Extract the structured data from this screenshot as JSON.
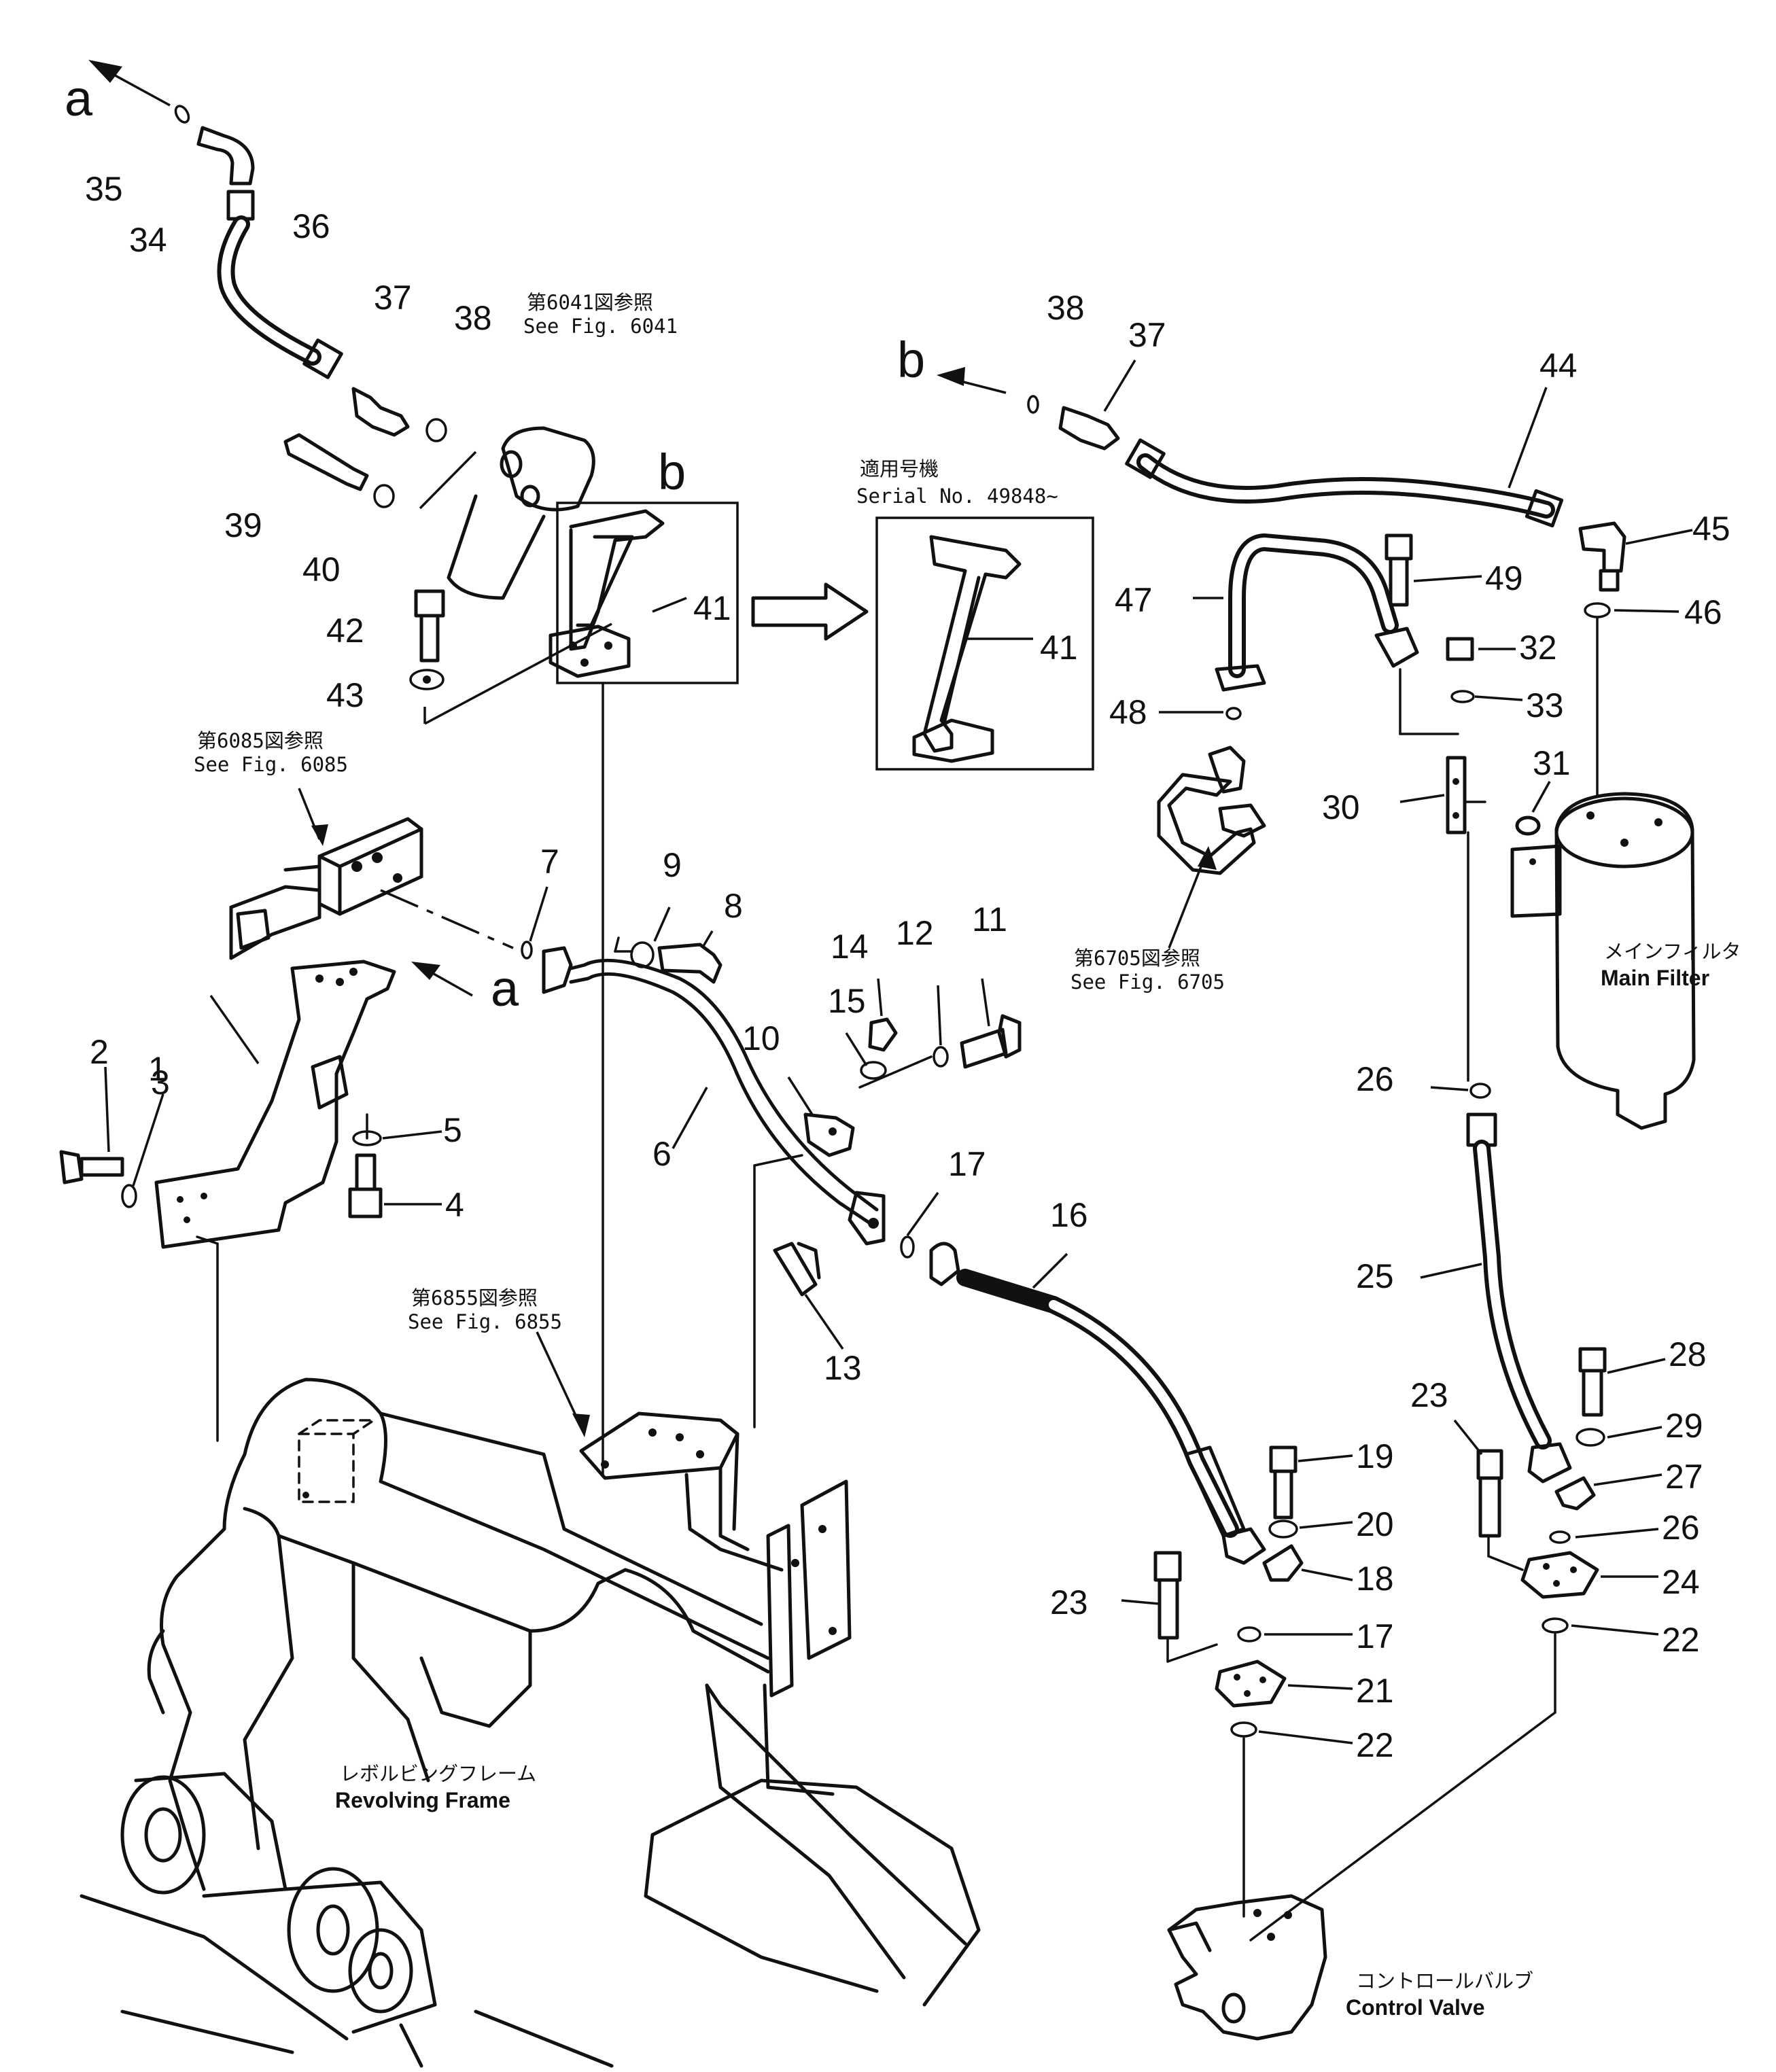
{
  "part_numbers": {
    "p1": "1",
    "p2": "2",
    "p3": "3",
    "p4": "4",
    "p5": "5",
    "p6": "6",
    "p7": "7",
    "p8": "8",
    "p9": "9",
    "p10": "10",
    "p11": "11",
    "p12": "12",
    "p13": "13",
    "p14": "14",
    "p15": "15",
    "p16": "16",
    "p17a": "17",
    "p17b": "17",
    "p18": "18",
    "p19": "19",
    "p20": "20",
    "p21": "21",
    "p22a": "22",
    "p22b": "22",
    "p23a": "23",
    "p23b": "23",
    "p24": "24",
    "p25": "25",
    "p26a": "26",
    "p26b": "26",
    "p27": "27",
    "p28": "28",
    "p29": "29",
    "p30": "30",
    "p31": "31",
    "p32": "32",
    "p33": "33",
    "p34": "34",
    "p35": "35",
    "p36": "36",
    "p37a": "37",
    "p37b": "37",
    "p38a": "38",
    "p38b": "38",
    "p39": "39",
    "p40": "40",
    "p41a": "41",
    "p41b": "41",
    "p42": "42",
    "p43": "43",
    "p44": "44",
    "p45": "45",
    "p46": "46",
    "p47": "47",
    "p48": "48",
    "p49": "49"
  },
  "connection_letters": {
    "a_top": "a",
    "a_mid": "a",
    "b_top": "b",
    "b_mid": "b"
  },
  "references": {
    "fig6041_jp": "第6041図参照",
    "fig6041_en": "See  Fig. 6041",
    "fig6085_jp": "第6085図参照",
    "fig6085_en": "See  Fig. 6085",
    "fig6705_jp": "第6705図参照",
    "fig6705_en": "See  Fig. 6705",
    "fig6855_jp": "第6855図参照",
    "fig6855_en": "See  Fig. 6855"
  },
  "serial_box": {
    "jp": "適用号機",
    "en": "Serial No. 49848~"
  },
  "component_labels": {
    "main_filter_jp": "メインフィルタ",
    "main_filter_en": "Main  Filter",
    "revolving_frame_jp": "レボルビングフレーム",
    "revolving_frame_en": "Revolving  Frame",
    "control_valve_jp": "コントロールバルブ",
    "control_valve_en": "Control  Valve"
  }
}
